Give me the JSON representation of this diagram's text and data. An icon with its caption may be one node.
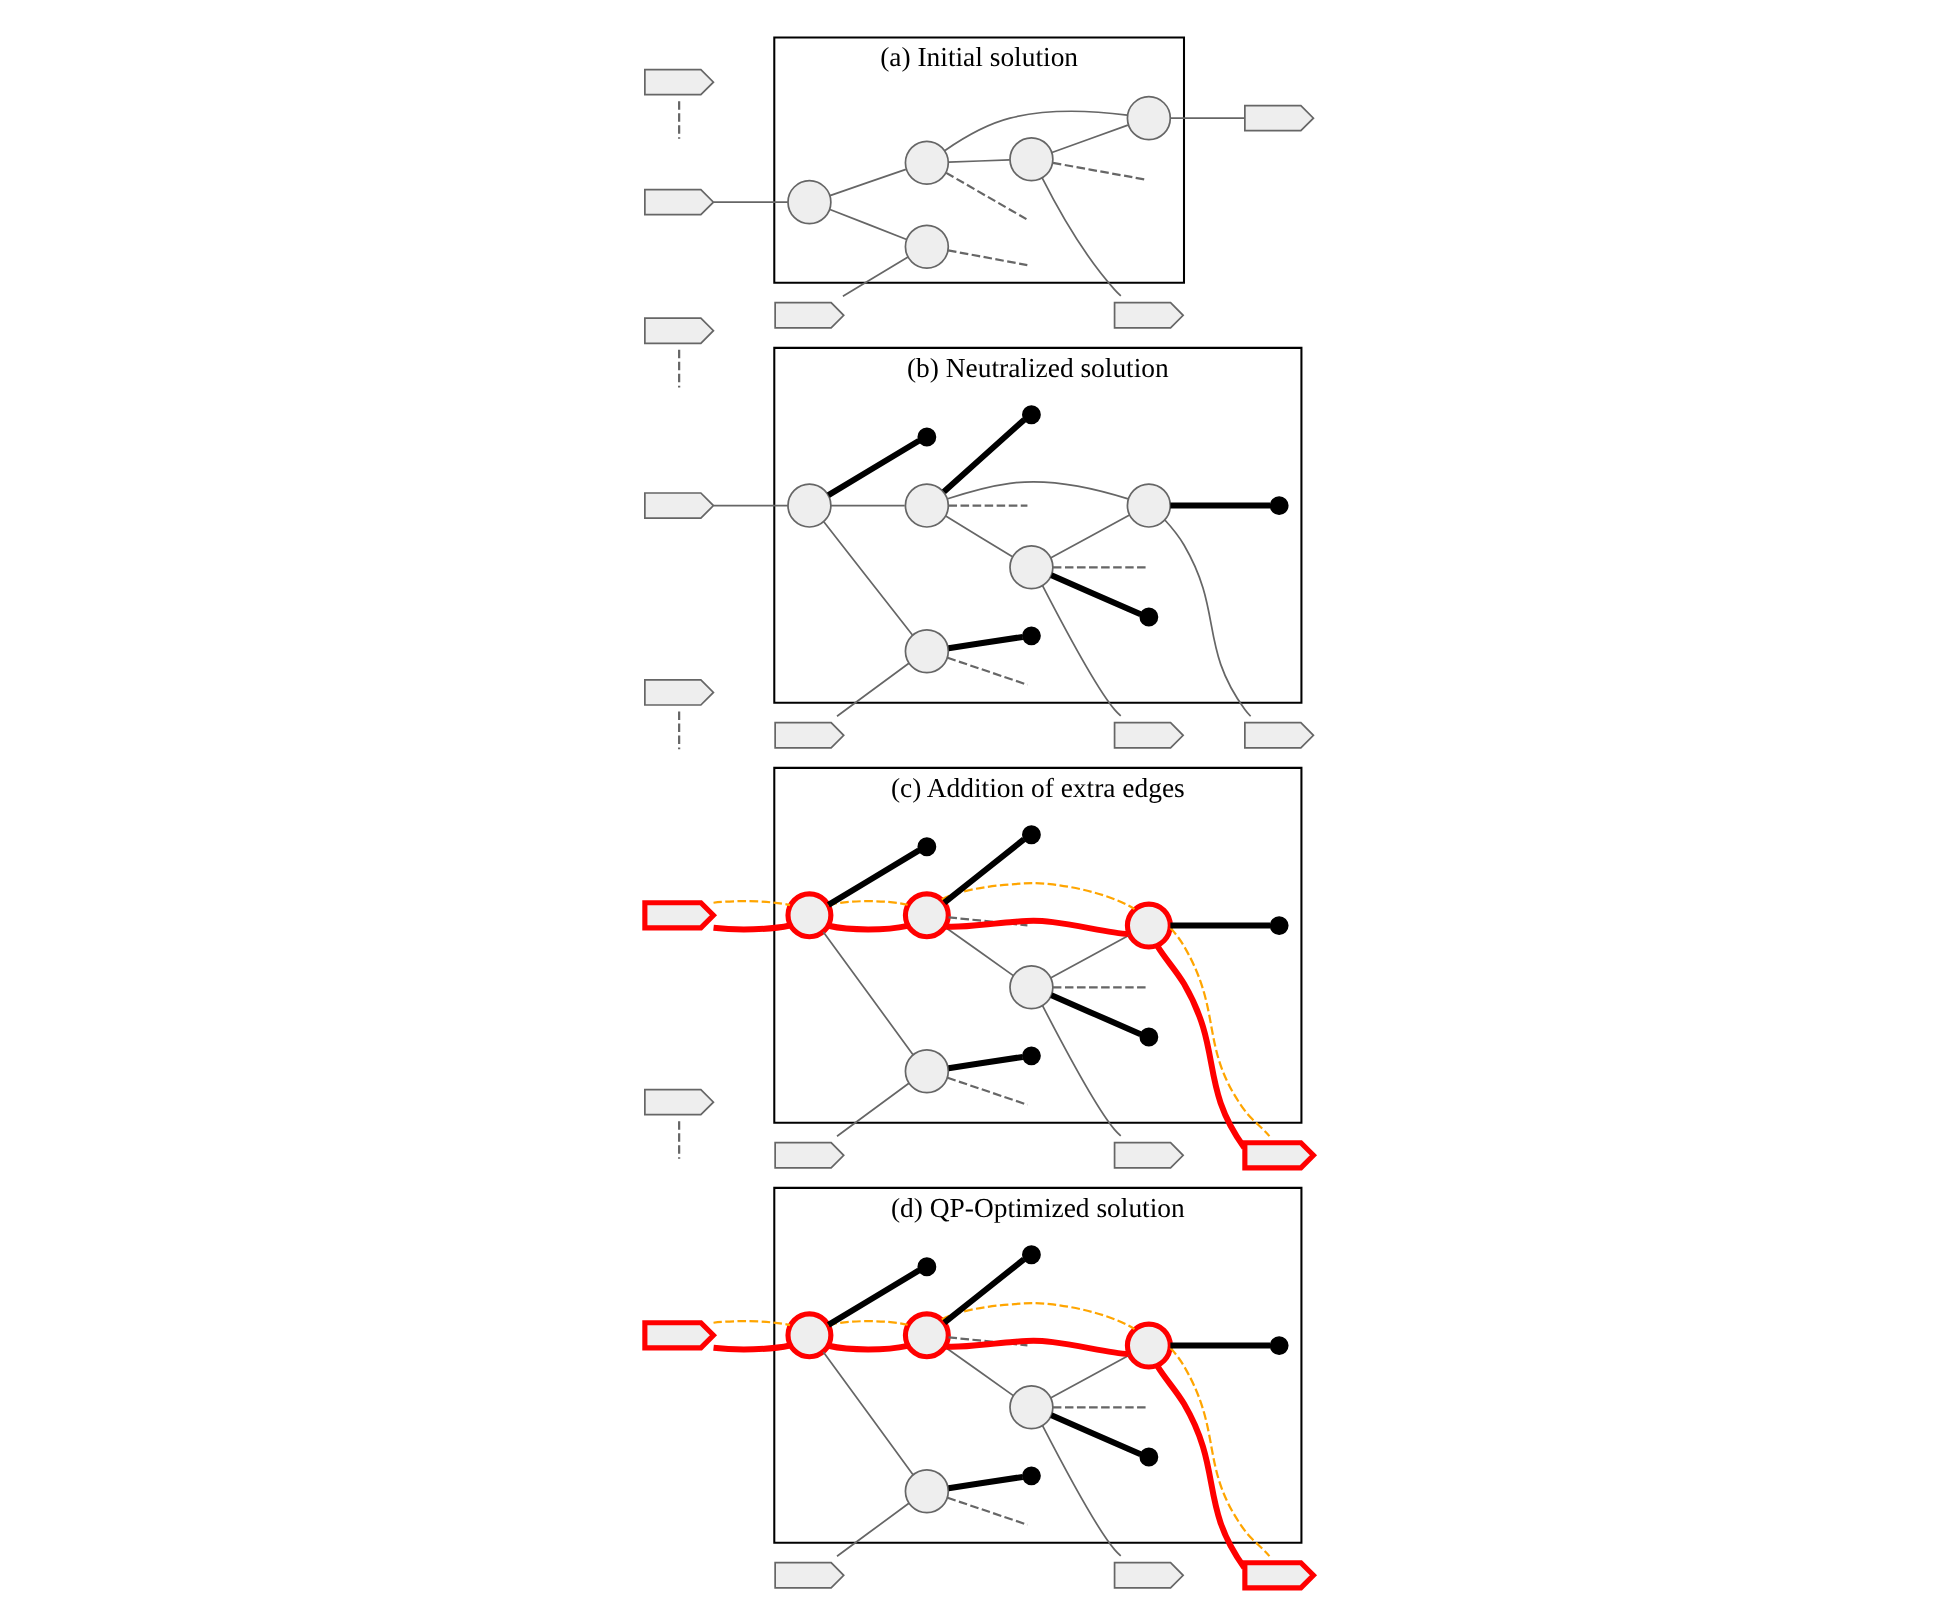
{
  "diagram": {
    "nodes": [
      {
        "text": [
          "(a) Initial solution"
        ]
      },
      {
        "text": [],
        "shape": "pentagon"
      },
      {
        "text": [],
        "shape": "pentagon"
      },
      {
        "text": [],
        "shape": "pentagon"
      },
      {
        "text": [],
        "shape": "pentagon"
      },
      {
        "text": [],
        "shape": "pentagon"
      },
      {
        "text": [],
        "shape": "circle",
        "in": 0
      },
      {
        "text": [],
        "shape": "circle",
        "in": 0
      },
      {
        "text": [],
        "shape": "circle",
        "in": 0
      },
      {
        "text": [],
        "shape": "circle",
        "in": 0
      },
      {
        "text": [],
        "shape": "circle",
        "in": 0
      },
      {
        "text": [
          "(b) Neutralized solution"
        ]
      },
      {
        "text": [],
        "shape": "pentagon"
      },
      {
        "text": [],
        "shape": "pentagon"
      },
      {
        "text": [],
        "shape": "pentagon"
      },
      {
        "text": [],
        "shape": "pentagon"
      },
      {
        "text": [],
        "shape": "pentagon"
      },
      {
        "text": [],
        "shape": "circle",
        "in": 11
      },
      {
        "text": [],
        "shape": "circle",
        "in": 11
      },
      {
        "text": [],
        "shape": "circle",
        "in": 11
      },
      {
        "text": [],
        "shape": "circle",
        "in": 11
      },
      {
        "text": [],
        "shape": "circle",
        "in": 11
      },
      {
        "text": [],
        "shape": "dot",
        "in": 11
      },
      {
        "text": [],
        "shape": "dot",
        "in": 11
      },
      {
        "text": [],
        "shape": "dot",
        "in": 11
      },
      {
        "text": [],
        "shape": "dot",
        "in": 11
      },
      {
        "text": [],
        "shape": "dot",
        "in": 11
      },
      {
        "text": [
          "(c) Addition of extra edges"
        ]
      },
      {
        "text": [],
        "shape": "pentagon"
      },
      {
        "text": [],
        "shape": "pentagon"
      },
      {
        "text": [],
        "shape": "pentagon"
      },
      {
        "text": [],
        "shape": "pentagon"
      },
      {
        "text": [],
        "shape": "pentagon"
      },
      {
        "text": [],
        "shape": "circle",
        "in": 27
      },
      {
        "text": [],
        "shape": "circle",
        "in": 27
      },
      {
        "text": [],
        "shape": "circle",
        "in": 27
      },
      {
        "text": [],
        "shape": "circle",
        "in": 27
      },
      {
        "text": [],
        "shape": "circle",
        "in": 27
      },
      {
        "text": [],
        "shape": "dot",
        "in": 27
      },
      {
        "text": [],
        "shape": "dot",
        "in": 27
      },
      {
        "text": [],
        "shape": "dot",
        "in": 27
      },
      {
        "text": [],
        "shape": "dot",
        "in": 27
      },
      {
        "text": [],
        "shape": "dot",
        "in": 27
      },
      {
        "text": [
          "(d) QP-Optimized solution"
        ]
      },
      {
        "text": [],
        "shape": "pentagon"
      },
      {
        "text": [],
        "shape": "pentagon"
      },
      {
        "text": [],
        "shape": "pentagon"
      },
      {
        "text": [],
        "shape": "pentagon"
      },
      {
        "text": [],
        "shape": "pentagon"
      },
      {
        "text": [],
        "shape": "circle",
        "in": 43
      },
      {
        "text": [],
        "shape": "circle",
        "in": 43
      },
      {
        "text": [],
        "shape": "circle",
        "in": 43
      },
      {
        "text": [],
        "shape": "circle",
        "in": 43
      },
      {
        "text": [],
        "shape": "circle",
        "in": 43
      },
      {
        "text": [],
        "shape": "dot",
        "in": 43
      },
      {
        "text": [],
        "shape": "dot",
        "in": 43
      },
      {
        "text": [],
        "shape": "dot",
        "in": 43
      },
      {
        "text": [],
        "shape": "dot",
        "in": 43
      },
      {
        "text": [],
        "shape": "dot",
        "in": 43
      }
    ],
    "edges": [
      {
        "from": 2,
        "to": 8,
        "arrow": "none"
      },
      {
        "from": 8,
        "to": 7,
        "arrow": "none"
      },
      {
        "from": 8,
        "to": 9,
        "arrow": "none"
      },
      {
        "from": 3,
        "to": 9,
        "arrow": "none"
      },
      {
        "from": 7,
        "to": 6,
        "arrow": "none"
      },
      {
        "from": 6,
        "to": 4,
        "arrow": "none"
      },
      {
        "from": 6,
        "to": 10,
        "arrow": "none"
      },
      {
        "from": 7,
        "to": 10,
        "arrow": "none"
      },
      {
        "from": 10,
        "to": 5,
        "arrow": "none"
      },
      {
        "from": 1,
        "to": null,
        "arrow": "none",
        "style": "dashed"
      },
      {
        "from": 6,
        "to": null,
        "arrow": "none",
        "style": "dashed"
      },
      {
        "from": 7,
        "to": null,
        "arrow": "none",
        "style": "dashed"
      },
      {
        "from": 9,
        "to": null,
        "arrow": "none",
        "style": "dashed"
      },
      {
        "from": 13,
        "to": 19,
        "arrow": "none"
      },
      {
        "from": 19,
        "to": 18,
        "arrow": "none"
      },
      {
        "from": 19,
        "to": 20,
        "arrow": "none"
      },
      {
        "from": 14,
        "to": 20,
        "arrow": "none"
      },
      {
        "from": 18,
        "to": 17,
        "arrow": "none"
      },
      {
        "from": 17,
        "to": 15,
        "arrow": "none"
      },
      {
        "from": 17,
        "to": 21,
        "arrow": "none"
      },
      {
        "from": 18,
        "to": 21,
        "arrow": "none"
      },
      {
        "from": 21,
        "to": 16,
        "arrow": "none"
      },
      {
        "from": 12,
        "to": null,
        "arrow": "none",
        "style": "dashed"
      },
      {
        "from": 17,
        "to": null,
        "arrow": "none",
        "style": "dashed"
      },
      {
        "from": 18,
        "to": null,
        "arrow": "none",
        "style": "dashed"
      },
      {
        "from": 20,
        "to": null,
        "arrow": "none",
        "style": "dashed"
      },
      {
        "from": 17,
        "to": 22,
        "arrow": "none",
        "style": "thick",
        "color": "#000000"
      },
      {
        "from": 18,
        "to": 23,
        "arrow": "none",
        "style": "thick",
        "color": "#000000"
      },
      {
        "from": 21,
        "to": 24,
        "arrow": "none",
        "style": "thick",
        "color": "#000000"
      },
      {
        "from": 19,
        "to": 25,
        "arrow": "none",
        "style": "thick",
        "color": "#000000"
      },
      {
        "from": 20,
        "to": 26,
        "arrow": "none",
        "style": "thick",
        "color": "#000000"
      },
      {
        "from": 35,
        "to": 36,
        "arrow": "none"
      },
      {
        "from": 30,
        "to": 36,
        "arrow": "none"
      },
      {
        "from": 34,
        "to": 33,
        "arrow": "none"
      },
      {
        "from": 33,
        "to": 31,
        "arrow": "none"
      },
      {
        "from": 33,
        "to": 37,
        "arrow": "none"
      },
      {
        "from": 29,
        "to": 35,
        "arrow": "none",
        "style": "thick",
        "color": "#ff0000"
      },
      {
        "from": 35,
        "to": 34,
        "arrow": "none",
        "style": "thick",
        "color": "#ff0000"
      },
      {
        "from": 34,
        "to": 37,
        "arrow": "none",
        "style": "thick",
        "color": "#ff0000"
      },
      {
        "from": 37,
        "to": 32,
        "arrow": "none",
        "style": "thick",
        "color": "#ff0000"
      },
      {
        "from": 29,
        "to": 35,
        "arrow": "none",
        "style": "dashed",
        "color": "#ffa500"
      },
      {
        "from": 35,
        "to": 34,
        "arrow": "none",
        "style": "dashed",
        "color": "#ffa500"
      },
      {
        "from": 34,
        "to": 37,
        "arrow": "none",
        "style": "dashed",
        "color": "#ffa500"
      },
      {
        "from": 37,
        "to": 32,
        "arrow": "none",
        "style": "dashed",
        "color": "#ffa500"
      },
      {
        "from": 28,
        "to": null,
        "arrow": "none",
        "style": "dashed"
      },
      {
        "from": 33,
        "to": null,
        "arrow": "none",
        "style": "dashed"
      },
      {
        "from": 34,
        "to": null,
        "arrow": "none",
        "style": "dashed"
      },
      {
        "from": 36,
        "to": null,
        "arrow": "none",
        "style": "dashed"
      },
      {
        "from": 33,
        "to": 38,
        "arrow": "none",
        "style": "thick",
        "color": "#000000"
      },
      {
        "from": 34,
        "to": 39,
        "arrow": "none",
        "style": "thick",
        "color": "#000000"
      },
      {
        "from": 37,
        "to": 40,
        "arrow": "none",
        "style": "thick",
        "color": "#000000"
      },
      {
        "from": 35,
        "to": 41,
        "arrow": "none",
        "style": "thick",
        "color": "#000000"
      },
      {
        "from": 36,
        "to": 42,
        "arrow": "none",
        "style": "thick",
        "color": "#000000"
      },
      {
        "from": 51,
        "to": 52,
        "arrow": "none"
      },
      {
        "from": 46,
        "to": 52,
        "arrow": "none"
      },
      {
        "from": 50,
        "to": 49,
        "arrow": "none"
      },
      {
        "from": 49,
        "to": 47,
        "arrow": "none"
      },
      {
        "from": 49,
        "to": 53,
        "arrow": "none"
      },
      {
        "from": 45,
        "to": 51,
        "arrow": "none",
        "style": "thick",
        "color": "#ff0000"
      },
      {
        "from": 51,
        "to": 50,
        "arrow": "none",
        "style": "thick",
        "color": "#ff0000"
      },
      {
        "from": 50,
        "to": 53,
        "arrow": "none",
        "style": "thick",
        "color": "#ff0000"
      },
      {
        "from": 53,
        "to": 48,
        "arrow": "none",
        "style": "thick",
        "color": "#ff0000"
      },
      {
        "from": 45,
        "to": 51,
        "arrow": "none",
        "style": "dashed",
        "color": "#ffa500"
      },
      {
        "from": 51,
        "to": 50,
        "arrow": "none",
        "style": "dashed",
        "color": "#ffa500"
      },
      {
        "from": 50,
        "to": 53,
        "arrow": "none",
        "style": "dashed",
        "color": "#ffa500"
      },
      {
        "from": 53,
        "to": 48,
        "arrow": "none",
        "style": "dashed",
        "color": "#ffa500"
      },
      {
        "from": 44,
        "to": null,
        "arrow": "none",
        "style": "dashed"
      },
      {
        "from": 49,
        "to": null,
        "arrow": "none",
        "style": "dashed"
      },
      {
        "from": 50,
        "to": null,
        "arrow": "none",
        "style": "dashed"
      },
      {
        "from": 52,
        "to": null,
        "arrow": "none",
        "style": "dashed"
      },
      {
        "from": 49,
        "to": 54,
        "arrow": "none",
        "style": "thick",
        "color": "#000000"
      },
      {
        "from": 50,
        "to": 55,
        "arrow": "none",
        "style": "thick",
        "color": "#000000"
      },
      {
        "from": 53,
        "to": 56,
        "arrow": "none",
        "style": "thick",
        "color": "#000000"
      },
      {
        "from": 51,
        "to": 57,
        "arrow": "none",
        "style": "thick",
        "color": "#000000"
      },
      {
        "from": 52,
        "to": 58,
        "arrow": "none",
        "style": "thick",
        "color": "#000000"
      }
    ]
  }
}
